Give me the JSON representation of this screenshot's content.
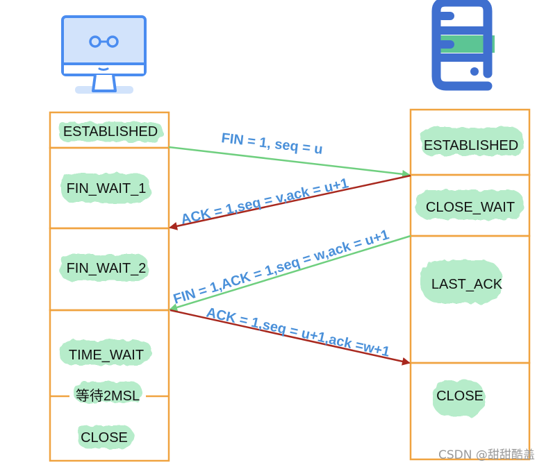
{
  "colors": {
    "box_border": "#f0a340",
    "highlight": "#b3ecc8",
    "arrow_green": "#6fcf7f",
    "arrow_red": "#a8281e",
    "label_blue": "#4a90d9",
    "client_icon": "#4a8cf0",
    "client_icon_fill": "#d2e3fb",
    "server_icon": "#3f6fcf",
    "server_icon_accent": "#5cc594"
  },
  "client": {
    "icon": "desktop-computer-icon",
    "states": [
      "ESTABLISHED",
      "FIN_WAIT_1",
      "FIN_WAIT_2",
      "TIME_WAIT",
      "CLOSE"
    ],
    "wait_note": "等待2MSL"
  },
  "server": {
    "icon": "server-icon",
    "states": [
      "ESTABLISHED",
      "CLOSE_WAIT",
      "LAST_ACK",
      "CLOSE"
    ]
  },
  "messages": [
    {
      "label": "FIN = 1, seq = u",
      "direction": "client-to-server",
      "color": "green"
    },
    {
      "label": "ACK = 1,seq = v,ack = u+1",
      "direction": "server-to-client",
      "color": "red"
    },
    {
      "label": "FIN = 1,ACK = 1,seq = w,ack = u+1",
      "direction": "server-to-client",
      "color": "green"
    },
    {
      "label": "ACK = 1,seq = u+1,ack =w+1",
      "direction": "client-to-server",
      "color": "red"
    }
  ],
  "watermark": "CSDN @甜甜酷盖"
}
